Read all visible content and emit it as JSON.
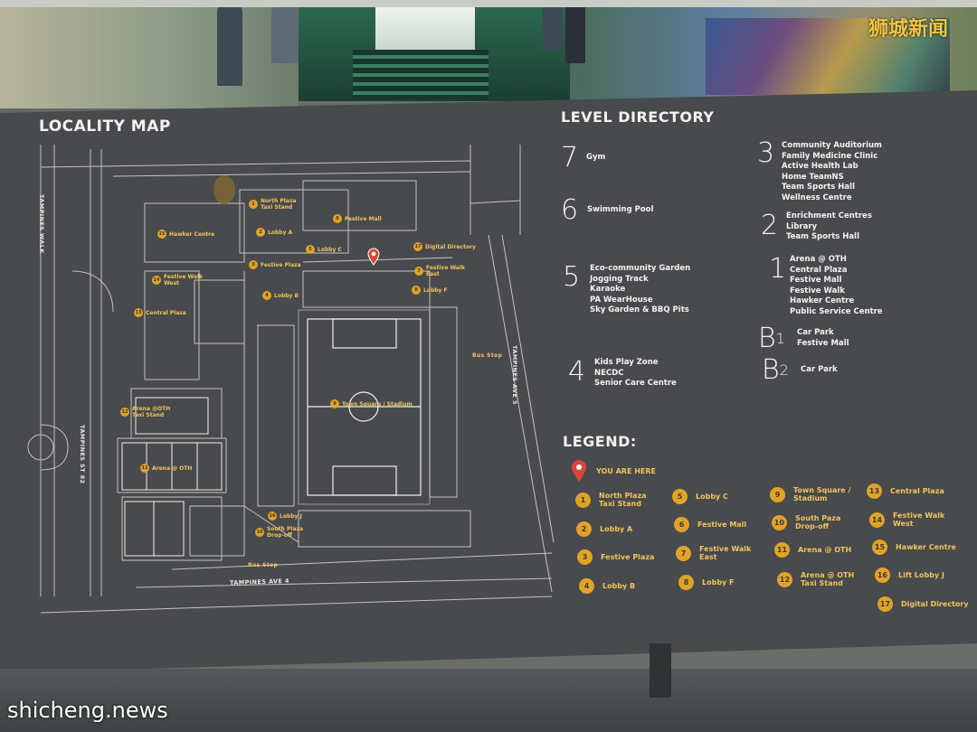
{
  "sign": {
    "locality_title": "LOCALITY MAP",
    "directory_title": "LEVEL DIRECTORY",
    "legend_title": "LEGEND:",
    "you_are_here": "YOU ARE HERE"
  },
  "directory": [
    {
      "level": "7",
      "items": [
        "Gym"
      ]
    },
    {
      "level": "6",
      "items": [
        "Swimming Pool"
      ]
    },
    {
      "level": "5",
      "items": [
        "Eco-community Garden",
        "Jogging Track",
        "Karaoke",
        "PA WearHouse",
        "Sky Garden & BBQ Pits"
      ]
    },
    {
      "level": "4",
      "items": [
        "Kids Play Zone",
        "NECDC",
        "Senior Care Centre"
      ]
    },
    {
      "level": "3",
      "items": [
        "Community Auditorium",
        "Family Medicine Clinic",
        "Active Health Lab",
        "Home TeamNS",
        "Team Sports Hall",
        "Wellness Centre"
      ]
    },
    {
      "level": "2",
      "items": [
        "Enrichment Centres",
        "Library",
        "Team Sports Hall"
      ]
    },
    {
      "level": "1",
      "items": [
        "Arena @ OTH",
        "Central Plaza",
        "Festive Mall",
        "Festive Walk",
        "Hawker Centre",
        "Public Service Centre"
      ]
    },
    {
      "level": "B",
      "sup": "1",
      "items": [
        "Car Park",
        "Festive Mall"
      ]
    },
    {
      "level": "B",
      "sup": "2",
      "items": [
        "Car Park"
      ]
    }
  ],
  "legend": [
    {
      "n": "1",
      "label": "North Plaza\nTaxi Stand"
    },
    {
      "n": "2",
      "label": "Lobby A"
    },
    {
      "n": "3",
      "label": "Festive Plaza"
    },
    {
      "n": "4",
      "label": "Lobby B"
    },
    {
      "n": "5",
      "label": "Lobby C"
    },
    {
      "n": "6",
      "label": "Festive Mall"
    },
    {
      "n": "7",
      "label": "Festive Walk\nEast"
    },
    {
      "n": "8",
      "label": "Lobby F"
    },
    {
      "n": "9",
      "label": "Town Square /\nStadium"
    },
    {
      "n": "10",
      "label": "South Paza\nDrop-off"
    },
    {
      "n": "11",
      "label": "Arena @ OTH"
    },
    {
      "n": "12",
      "label": "Arena @ OTH\nTaxi Stand"
    },
    {
      "n": "13",
      "label": "Central Plaza"
    },
    {
      "n": "14",
      "label": "Festive Walk\nWest"
    },
    {
      "n": "15",
      "label": "Hawker Centre"
    },
    {
      "n": "16",
      "label": "Lift Lobby J"
    },
    {
      "n": "17",
      "label": "Digital Directory"
    }
  ],
  "map_labels": [
    {
      "n": "1",
      "label": "North Plaza\nTaxi Stand"
    },
    {
      "n": "6",
      "label": "Festive Mall"
    },
    {
      "n": "15",
      "label": "Hawker Centre"
    },
    {
      "n": "2",
      "label": "Lobby A"
    },
    {
      "n": "5",
      "label": "Lobby C"
    },
    {
      "n": "17",
      "label": "Digital Directory"
    },
    {
      "n": "3",
      "label": "Festive Plaza"
    },
    {
      "n": "7",
      "label": "Festive Walk\nEast"
    },
    {
      "n": "14",
      "label": "Festive Walk\nWest"
    },
    {
      "n": "4",
      "label": "Lobby B"
    },
    {
      "n": "8",
      "label": "Lobby F"
    },
    {
      "n": "13",
      "label": "Central Plaza"
    },
    {
      "n": "9",
      "label": "Town Square / Stadium"
    },
    {
      "n": "12",
      "label": "Arena @OTH\nTaxi Stand"
    },
    {
      "n": "11",
      "label": "Arena @ OTH"
    },
    {
      "n": "16",
      "label": "Lobby J"
    },
    {
      "n": "10",
      "label": "South Plaza\nDrop-off"
    }
  ],
  "streets": {
    "tampines_walk": "TAMPINES WALK",
    "tampines_st82": "TAMPINES ST 82",
    "tampines_ave4": "TAMPINES AVE 4",
    "tampines_ave5": "TAMPINES AVE 5",
    "bus_stop_east": "Bus Stop",
    "bus_stop_south": "Bus Stop"
  },
  "watermarks": {
    "chinese": "狮城新闻",
    "site": "shicheng.news"
  },
  "colors": {
    "sign_panel": "#484a4d",
    "accent": "#e0a325",
    "text": "#f2f2f0",
    "pin": "#d9473a"
  }
}
